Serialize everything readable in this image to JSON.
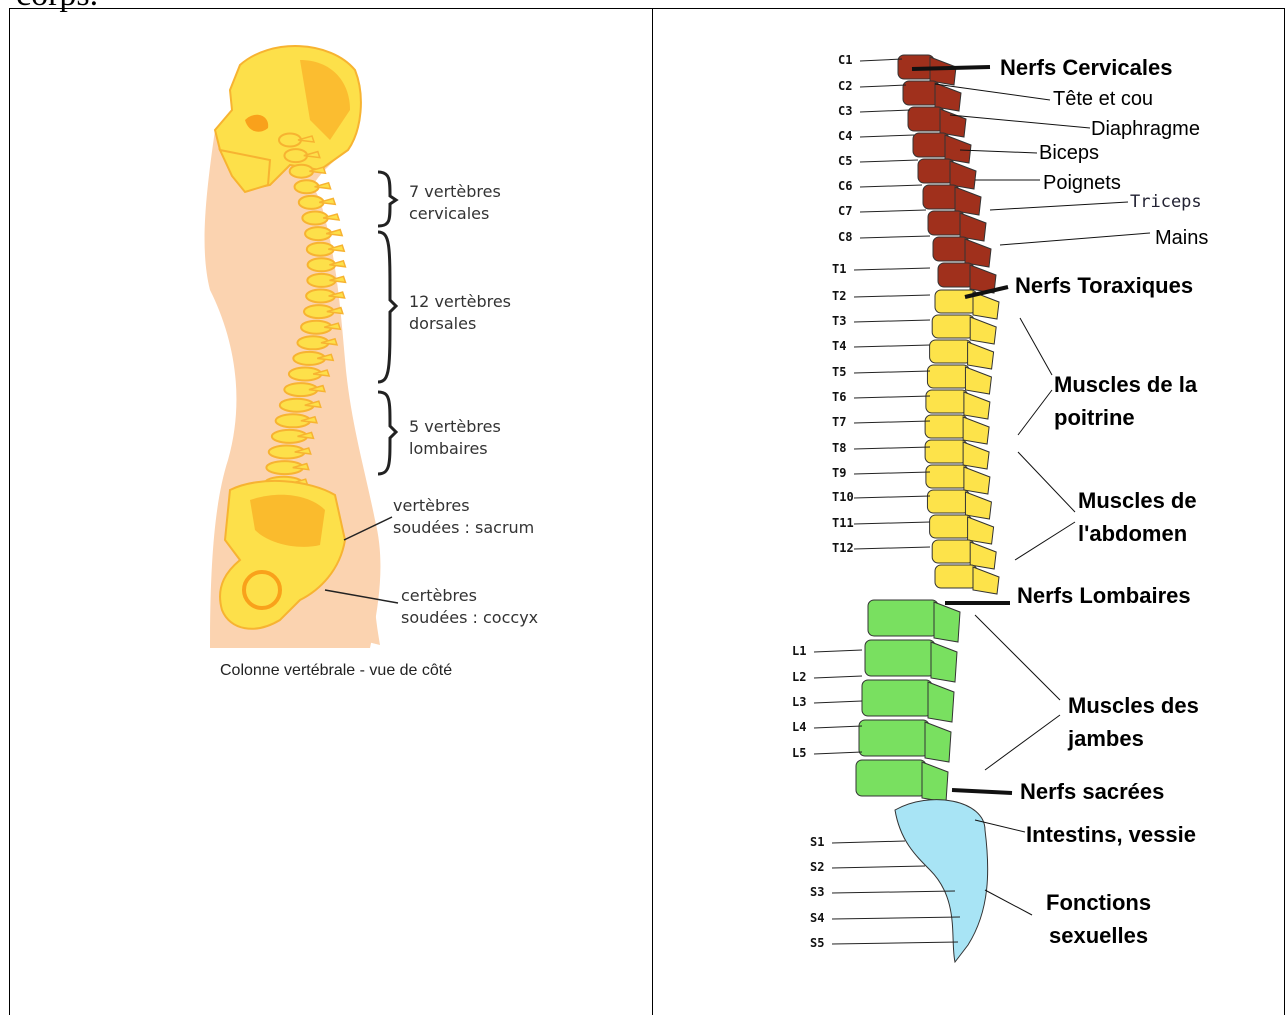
{
  "header_fragment": "corps.",
  "left": {
    "labels": [
      [
        "7 vertèbres",
        "cervicales"
      ],
      [
        "12 vertèbres",
        "dorsales"
      ],
      [
        "5 vertèbres",
        "lombaires"
      ],
      [
        "vertèbres",
        "soudées : sacrum"
      ],
      [
        "certèbres",
        "soudées : coccyx"
      ]
    ],
    "caption": "Colonne vertébrale - vue de côté",
    "colors": {
      "skin": "#fbd3b0",
      "bone": "#fde04a",
      "bone_shade": "#f9a11b",
      "bracket": "#222222"
    }
  },
  "right": {
    "cervical_levels": [
      "C1",
      "C2",
      "C3",
      "C4",
      "C5",
      "C6",
      "C7",
      "C8"
    ],
    "thoracic_levels": [
      "T1",
      "T2",
      "T3",
      "T4",
      "T5",
      "T6",
      "T7",
      "T8",
      "T9",
      "T10",
      "T11",
      "T12"
    ],
    "lumbar_levels": [
      "L1",
      "L2",
      "L3",
      "L4",
      "L5"
    ],
    "sacral_levels": [
      "S1",
      "S2",
      "S3",
      "S4",
      "S5"
    ],
    "nerf_cervicales": "Nerfs Cervicales",
    "tete_cou": "Tête et cou",
    "diaphragme": "Diaphragme",
    "biceps": "Biceps",
    "poignets": "Poignets",
    "triceps": "Triceps",
    "mains": "Mains",
    "nerf_toraxiques": "Nerfs Toraxiques",
    "muscles_poitrine": [
      "Muscles de la",
      "poitrine"
    ],
    "muscles_abdomen": [
      "Muscles de",
      "l'abdomen"
    ],
    "nerf_lombaires": "Nerfs Lombaires",
    "muscles_jambes": [
      "Muscles des",
      "jambes"
    ],
    "nerf_sacrees": "Nerfs sacrées",
    "intestins": "Intestins, vessie",
    "fonctions": [
      "Fonctions",
      "sexuelles"
    ],
    "colors": {
      "cervical": "#a0301c",
      "thoracic": "#fde34a",
      "lumbar": "#79e060",
      "sacral": "#a8e4f5"
    }
  }
}
